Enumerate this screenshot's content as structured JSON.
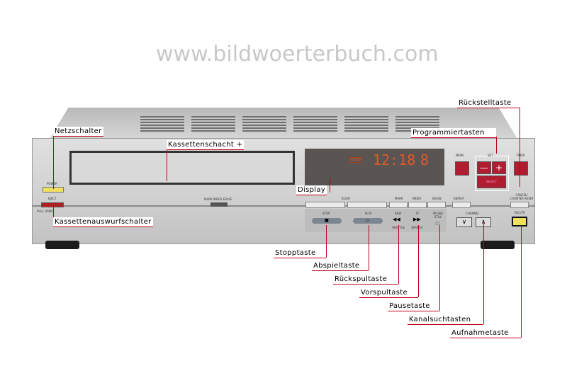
{
  "watermark": "www.bildwoerterbuch.com",
  "device": {
    "display": {
      "badge": "VIDEO",
      "time": "12:18",
      "channel": "8"
    },
    "button_labels": {
      "power": "POWER",
      "eject": "EJECT",
      "pull_open": "PULL OPEN",
      "mark_index_erase": "MARK  INDEX  ERASE",
      "slow": "SLOW",
      "minus": "—",
      "plus": "+",
      "mark": "MARK",
      "index": "INDEX",
      "erase": "ERASE",
      "repeat": "REPEAT",
      "stop": "STOP",
      "play": "PLAY",
      "rew": "REW",
      "ff": "FF",
      "shuttle": "SHUTTLE",
      "search": "SEARCH",
      "pause": "PAUSE/ STILL",
      "channel": "CHANNEL",
      "menu": "MENU",
      "set": "SET",
      "select": "SELECT",
      "timer": "TIMER",
      "cancel": "CANCEL/ COUNTER RESET",
      "rec": "REC/TR"
    }
  },
  "labels": {
    "reset": "Rückstelltaste",
    "power": "Netzschalter",
    "cassette_slot": "Kassettenschacht +",
    "programming": "Programmiertasten",
    "display": "Display",
    "eject": "Kassettenauswurfschalter",
    "stop": "Stopptaste",
    "play": "Abspieltaste",
    "rewind": "Rückspultaste",
    "fast_forward": "Vorspultaste",
    "pause": "Pausetaste",
    "channel": "Kanalsuchtasten",
    "record": "Aufnahmetaste"
  }
}
